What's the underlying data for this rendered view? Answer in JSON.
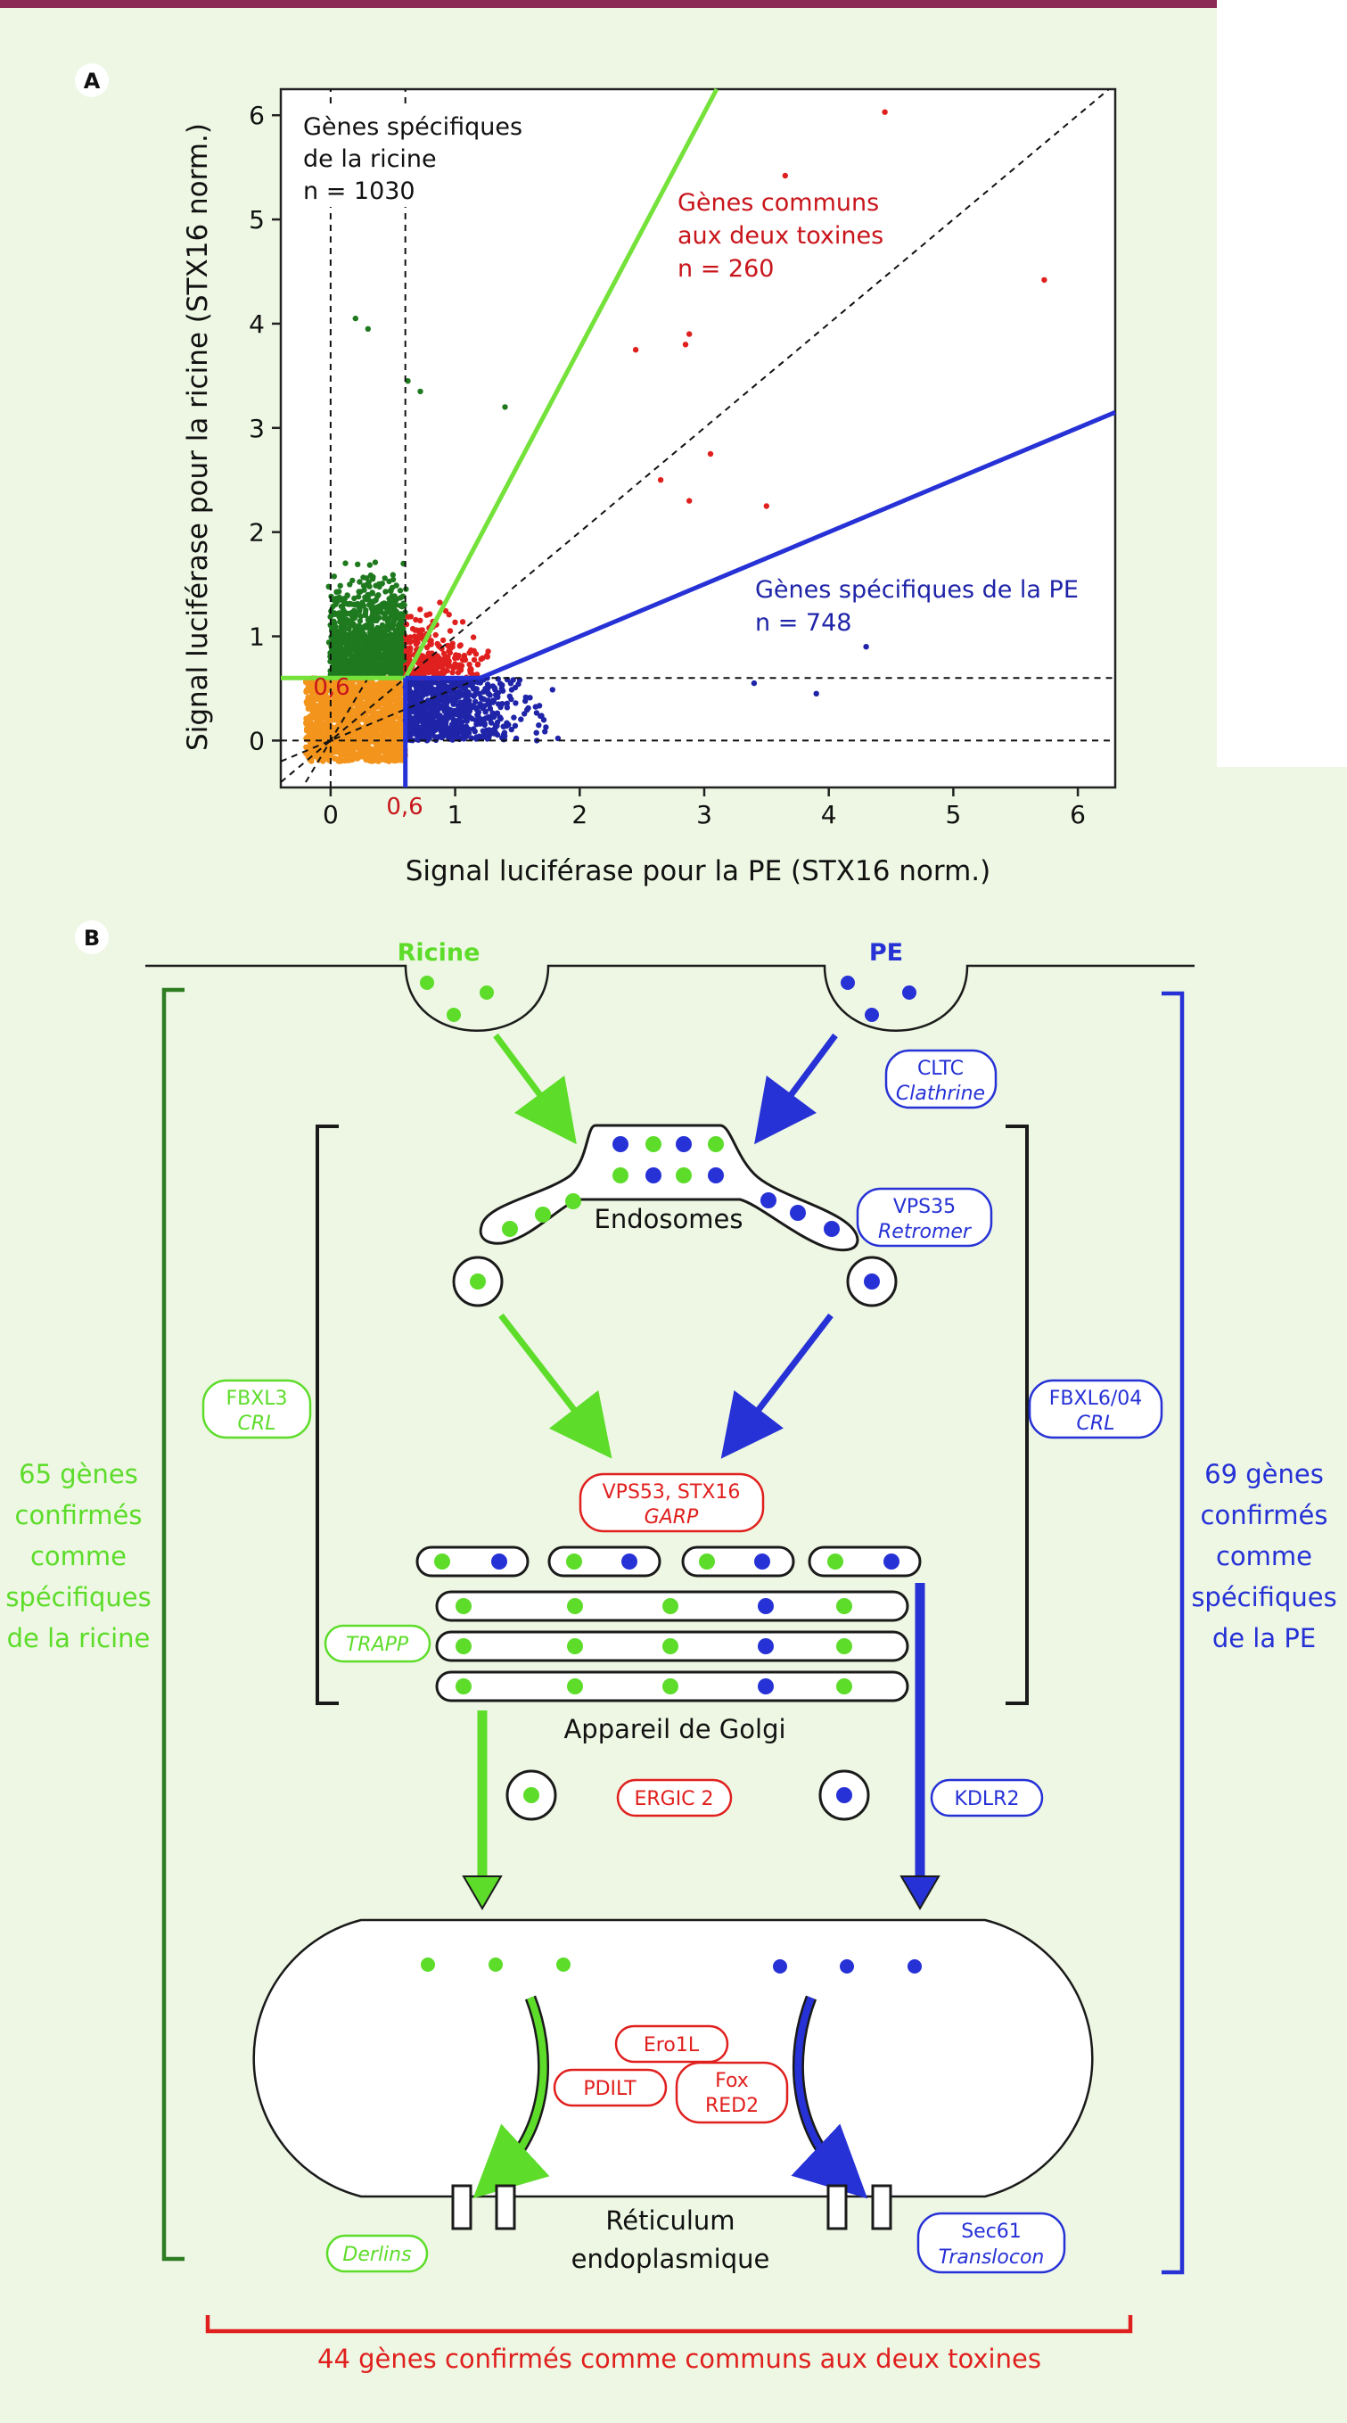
{
  "panelA": {
    "label": "A",
    "xlabel": "Signal luciférase pour la PE (STX16 norm.)",
    "ylabel": "Signal luciférase pour la ricine (STX16 norm.)",
    "x_ticks": [
      "0",
      "1",
      "2",
      "3",
      "4",
      "5",
      "6"
    ],
    "y_ticks": [
      "0",
      "1",
      "2",
      "3",
      "4",
      "5",
      "6"
    ],
    "threshold_label_x": "0,6",
    "threshold_label_y": "0,6",
    "ricin_group": {
      "line1": "Gènes spécifiques",
      "line2": "de la ricine",
      "line3": "n = 1030"
    },
    "common_group": {
      "line1": "Gènes communs",
      "line2": "aux deux toxines",
      "line3": "n = 260"
    },
    "pe_group": {
      "line1": "Gènes spécifiques de la PE",
      "line2": "n = 748"
    }
  },
  "chart_data": {
    "type": "scatter",
    "xlabel": "Signal luciférase pour la PE (STX16 norm.)",
    "ylabel": "Signal luciférase pour la ricine (STX16 norm.)",
    "xlim": [
      -0.4,
      6.3
    ],
    "ylim": [
      -0.45,
      6.25
    ],
    "threshold": 0.6,
    "series": [
      {
        "name": "Gènes spécifiques de la ricine",
        "count": 1030,
        "color": "#1f7a1f"
      },
      {
        "name": "Gènes communs aux deux toxines",
        "count": 260,
        "color": "#e0201e"
      },
      {
        "name": "Gènes spécifiques de la PE",
        "count": 748,
        "color": "#1f24a8"
      }
    ],
    "highlighted_points": [
      [
        4.45,
        6.03
      ],
      [
        3.65,
        5.42
      ],
      [
        5.73,
        4.42
      ],
      [
        2.88,
        3.9
      ],
      [
        2.85,
        3.8
      ],
      [
        2.45,
        3.75
      ],
      [
        3.05,
        2.75
      ],
      [
        2.88,
        2.3
      ],
      [
        3.5,
        2.25
      ],
      [
        2.65,
        2.5
      ],
      [
        4.3,
        0.9
      ],
      [
        3.9,
        0.45
      ],
      [
        3.4,
        0.55
      ],
      [
        0.2,
        4.05
      ],
      [
        0.3,
        3.95
      ],
      [
        0.62,
        3.45
      ],
      [
        0.72,
        3.35
      ],
      [
        1.4,
        3.2
      ]
    ],
    "reference_lines": [
      {
        "label": "y = x",
        "style": "dashed"
      },
      {
        "label": "y = 2x",
        "style": "dashed"
      },
      {
        "label": "y = 0.5x",
        "style": "dashed"
      }
    ]
  },
  "panelB": {
    "label": "B",
    "ricin_label": "Ricine",
    "pe_label": "PE",
    "left_bracket_text": [
      "65 gènes",
      "confirmés",
      "comme",
      "spécifiques",
      "de la ricine"
    ],
    "right_bracket_text": [
      "69 gènes",
      "confirmés",
      "comme",
      "spécifiques",
      "de la PE"
    ],
    "bottom_bracket_text": "44 gènes confirmés comme communs aux deux toxines",
    "endosomes": "Endosomes",
    "golgi": "Appareil de Golgi",
    "er_line1": "Réticulum",
    "er_line2": "endoplasmique",
    "boxes": {
      "cltc": {
        "line1": "CLTC",
        "line2": "Clathrine"
      },
      "vps35": {
        "line1": "VPS35",
        "line2": "Retromer"
      },
      "fbxl3": {
        "line1": "FBXL3",
        "line2": "CRL"
      },
      "fbxl6": {
        "line1": "FBXL6/04",
        "line2": "CRL"
      },
      "vps53": {
        "line1": "VPS53, STX16",
        "line2": "GARP"
      },
      "trapp": {
        "line1": "TRAPP"
      },
      "ergic": {
        "line1": "ERGIC 2"
      },
      "kdlr2": {
        "line1": "KDLR2"
      },
      "ero1l": {
        "line1": "Ero1L"
      },
      "pdilt": {
        "line1": "PDILT"
      },
      "foxred2": {
        "line1": "Fox",
        "line2": "RED2"
      },
      "derlins": {
        "line1": "Derlins"
      },
      "sec61": {
        "line1": "Sec61",
        "line2": "Translocon"
      }
    },
    "colors": {
      "ricin": "#5ddc2a",
      "pe": "#2631d6",
      "common": "#e0201e",
      "dark_green": "#2e7d22",
      "black": "#1a1a1a"
    }
  }
}
